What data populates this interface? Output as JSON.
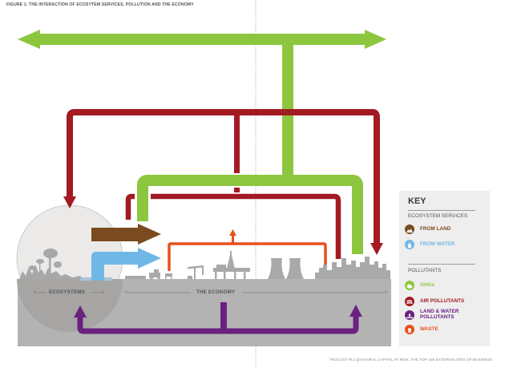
{
  "figure": {
    "title": "FIGURE 1: THE INTERACTION OF ECOSYTEM SERVICES, POLLUTION AND THE ECONOMY",
    "footer_org": "TRUCOST PLC",
    "footer_separator": "|",
    "footer_text": "NATURAL CAPITAL AT RISK: THE TOP 100 EXTERNALITIES OF BUSINESS"
  },
  "diagram": {
    "zones": [
      {
        "label": "ECOSYSTEMS"
      },
      {
        "label": "THE ECONOMY"
      }
    ],
    "flows": [
      {
        "name": "ghg-global",
        "category": "GHGs",
        "description": "bidirectional global greenhouse gas flow"
      },
      {
        "name": "ghg-economy-out",
        "category": "GHGs",
        "description": "GHGs emitted from economy"
      },
      {
        "name": "air-pollutants-outer",
        "category": "AIR POLLUTANTS",
        "description": "air pollutants return to ecosystems and city"
      },
      {
        "name": "air-pollutants-inner",
        "category": "AIR POLLUTANTS",
        "description": "air pollutants emitted from economy"
      },
      {
        "name": "from-land",
        "category": "FROM LAND",
        "description": "ecosystem services from land into economy"
      },
      {
        "name": "from-water",
        "category": "FROM WATER",
        "description": "ecosystem services from water into economy"
      },
      {
        "name": "waste",
        "category": "WASTE",
        "description": "waste generated in economy"
      },
      {
        "name": "land-water-pollutants",
        "category": "LAND & WATER POLLUTANTS",
        "description": "pollutants to ecosystems and city"
      }
    ]
  },
  "key": {
    "title": "KEY",
    "sections": [
      {
        "heading": "ECOSYSTEM SERVICES",
        "items": [
          {
            "label": "FROM LAND",
            "icon": "mountain-icon",
            "color": "#7a4a21"
          },
          {
            "label": "FROM WATER",
            "icon": "water-drop-icon",
            "color": "#6fb8e6"
          }
        ]
      },
      {
        "heading": "POLLUTANTS",
        "items": [
          {
            "label": "GHGs",
            "icon": "cloud-icon",
            "color": "#8cc63f"
          },
          {
            "label": "AIR POLLUTANTS",
            "icon": "wind-icon",
            "color": "#a31a22"
          },
          {
            "label": "LAND & WATER POLLUTANTS",
            "icon": "land-water-icon",
            "color": "#6a2180"
          },
          {
            "label": "WASTE",
            "icon": "bin-icon",
            "color": "#e8501c"
          }
        ]
      }
    ]
  },
  "colors": {
    "ghg": "#8cc63f",
    "air": "#a31a22",
    "land": "#7a4a21",
    "water": "#6fb8e6",
    "land_water_pollutant": "#6a2180",
    "waste": "#e8501c",
    "ground": "#b3b3b3",
    "ecosystem_circle": "#e8e6e4",
    "key_bg": "#eeeeee"
  }
}
